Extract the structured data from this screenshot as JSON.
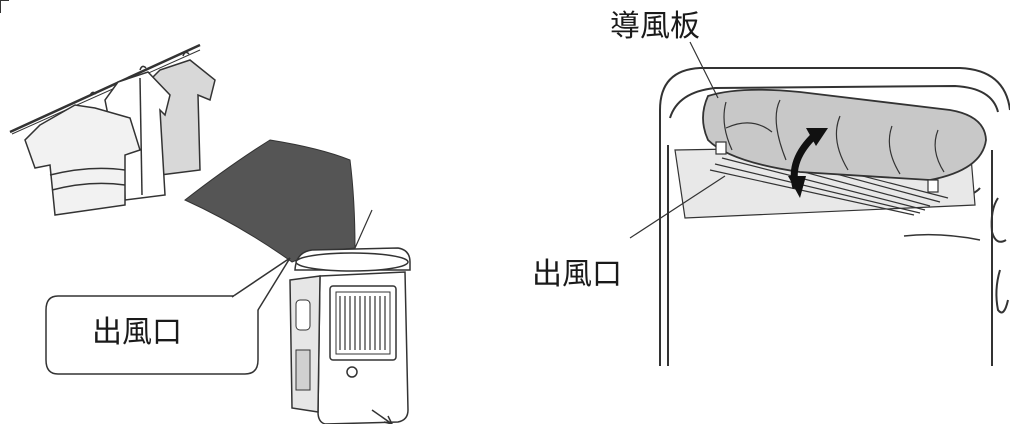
{
  "left_diagram": {
    "callout_label": "出風口"
  },
  "right_diagram": {
    "louver_label": "導風板",
    "outlet_label": "出風口"
  },
  "colors": {
    "line": "#333333",
    "airflow": "#555555",
    "unit_fill": "#ffffff",
    "louver_fill": "#c8c8c8",
    "shade": "#e6e6e6"
  },
  "icons": [
    "hanging-clothes-icon",
    "airflow-icon",
    "dehumidifier-icon",
    "double-arrow-icon"
  ]
}
